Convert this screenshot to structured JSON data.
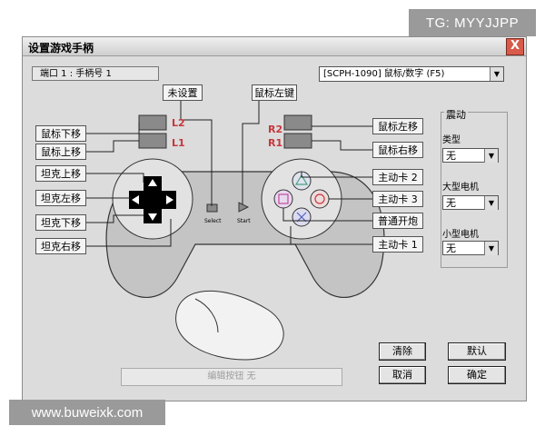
{
  "watermarks": {
    "top": "TG: MYYJJPP",
    "bottom": "www.buweixk.com"
  },
  "window": {
    "title": "设置游戏手柄",
    "close_label": "X"
  },
  "port": {
    "text": "端口 1 : 手柄号 1"
  },
  "controller_select": {
    "value": "[SCPH-1090] 鼠标/数字 (F5)"
  },
  "top_labels": {
    "unset": "未设置",
    "mouse_left": "鼠标左键"
  },
  "shoulders": {
    "L2": "L2",
    "L1": "L1",
    "R2": "R2",
    "R1": "R1"
  },
  "left_labels": [
    "鼠标下移",
    "鼠标上移",
    "坦克上移",
    "坦克左移",
    "坦克下移",
    "坦克右移"
  ],
  "right_labels": [
    "鼠标左移",
    "鼠标右移",
    "主动卡 2",
    "主动卡 3",
    "普通开炮",
    "主动卡 1"
  ],
  "center_buttons": {
    "select": "Select",
    "start": "Start"
  },
  "rumble": {
    "title": "震动",
    "type_label": "类型",
    "type_value": "无",
    "large_label": "大型电机",
    "large_value": "无",
    "small_label": "小型电机",
    "small_value": "无"
  },
  "buttons": {
    "clear": "清除",
    "default": "默认",
    "cancel": "取消",
    "ok": "确定"
  },
  "status_bar": {
    "text": "编辑按钮   无"
  },
  "colors": {
    "accent": "#c8373c",
    "window_bg": "#dcdcdc"
  }
}
